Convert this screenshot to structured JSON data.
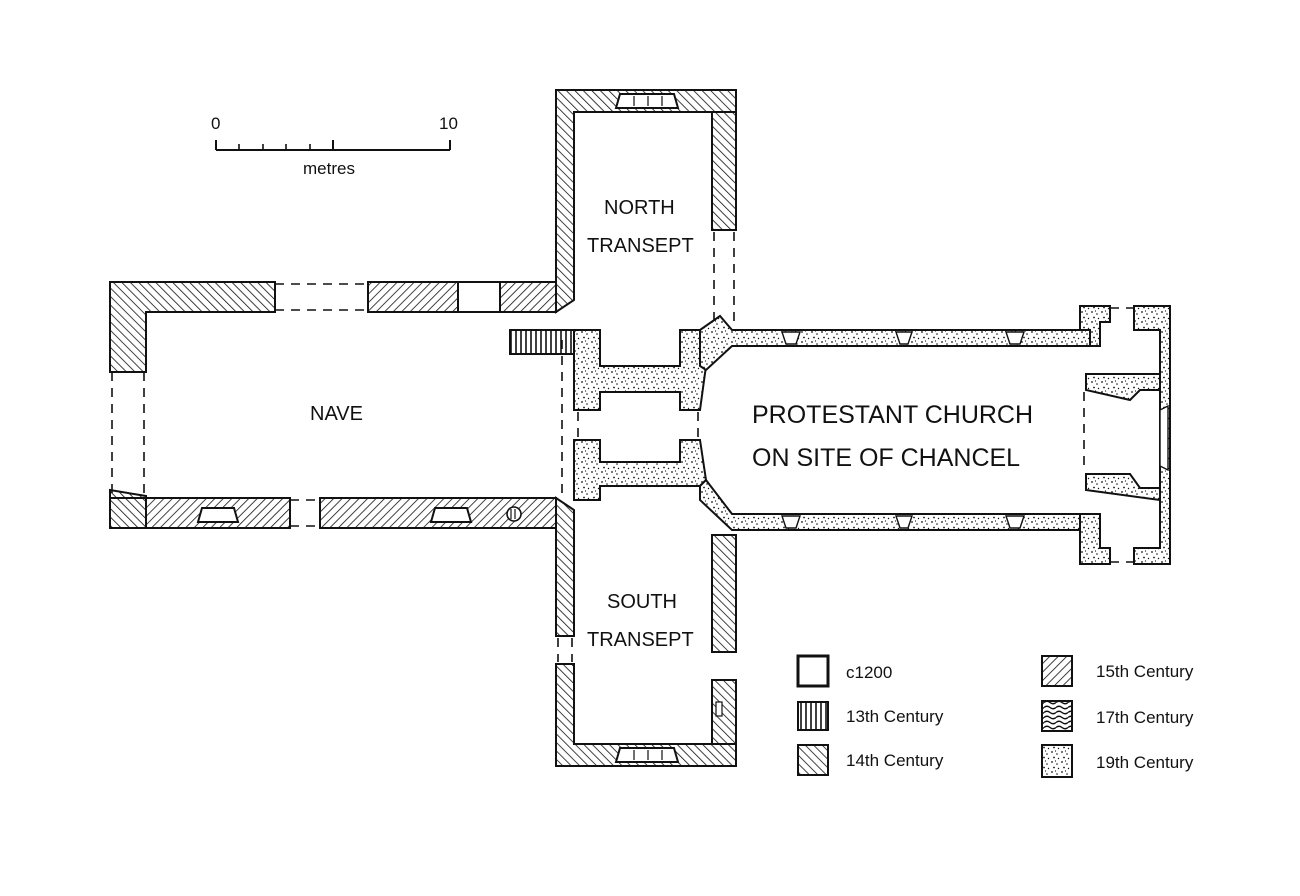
{
  "scale_bar": {
    "start_label": "0",
    "end_label": "10",
    "unit_label": "metres"
  },
  "rooms": {
    "nave": "NAVE",
    "north_transept": [
      "NORTH",
      "TRANSEPT"
    ],
    "south_transept": [
      "SOUTH",
      "TRANSEPT"
    ],
    "chancel": [
      "PROTESTANT CHURCH",
      "ON SITE OF CHANCEL"
    ]
  },
  "legend": [
    {
      "label": "c1200",
      "pattern": "plain"
    },
    {
      "label": "13th  Century",
      "pattern": "vertical-hatch"
    },
    {
      "label": "14th  Century",
      "pattern": "back-diagonal-hatch"
    },
    {
      "label": "15th  Century",
      "pattern": "diagonal-hatch"
    },
    {
      "label": "17th  Century",
      "pattern": "wavy-hatch"
    },
    {
      "label": "19th  Century",
      "pattern": "stipple"
    }
  ],
  "colors": {
    "ink": "#111111",
    "paper": "#ffffff"
  }
}
